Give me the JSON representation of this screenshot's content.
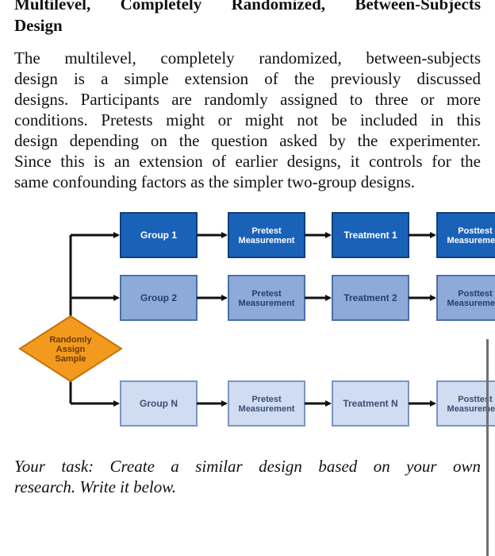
{
  "heading": {
    "line1": "Multilevel, Completely Randomized, Between-Subjects",
    "line2": "Design"
  },
  "paragraph_lines": [
    "The multilevel, completely randomized, between-subjects",
    "design is a simple extension of the previously discussed",
    "designs. Participants are randomly assigned to three or more",
    "conditions. Pretests might or might not be included in this",
    "design depending on the question asked by the experimenter.",
    "Since this is an extension of earlier designs, it controls for the",
    "same confounding factors as the simpler two-group designs."
  ],
  "diagram": {
    "decision": [
      "Randomly",
      "Assign",
      "Sample"
    ],
    "rows": [
      {
        "group": "Group 1",
        "pretest": [
          "Pretest",
          "Measurement"
        ],
        "treatment": "Treatment 1",
        "posttest": [
          "Posttest",
          "Measurement"
        ],
        "fill": "#1a62b8",
        "stroke": "#0e3f7c",
        "text": "#ffffff"
      },
      {
        "group": "Group 2",
        "pretest": [
          "Pretest",
          "Measurement"
        ],
        "treatment": "Treatment 2",
        "posttest": [
          "Posttest",
          "Measurement"
        ],
        "fill": "#8eaad9",
        "stroke": "#4b6fa8",
        "text": "#24406b"
      },
      {
        "group": "Group N",
        "pretest": [
          "Pretest",
          "Measurement"
        ],
        "treatment": "Treatment N",
        "posttest": [
          "Posttest",
          "Measurement"
        ],
        "fill": "#cfdcf2",
        "stroke": "#7a95c2",
        "text": "#3c4f70"
      }
    ],
    "decision_fill": "#f39a1e",
    "decision_text": "#6b3a00"
  },
  "task": {
    "line1": "Your task: Create a similar design based on your own",
    "line2": "research. Write it below."
  }
}
